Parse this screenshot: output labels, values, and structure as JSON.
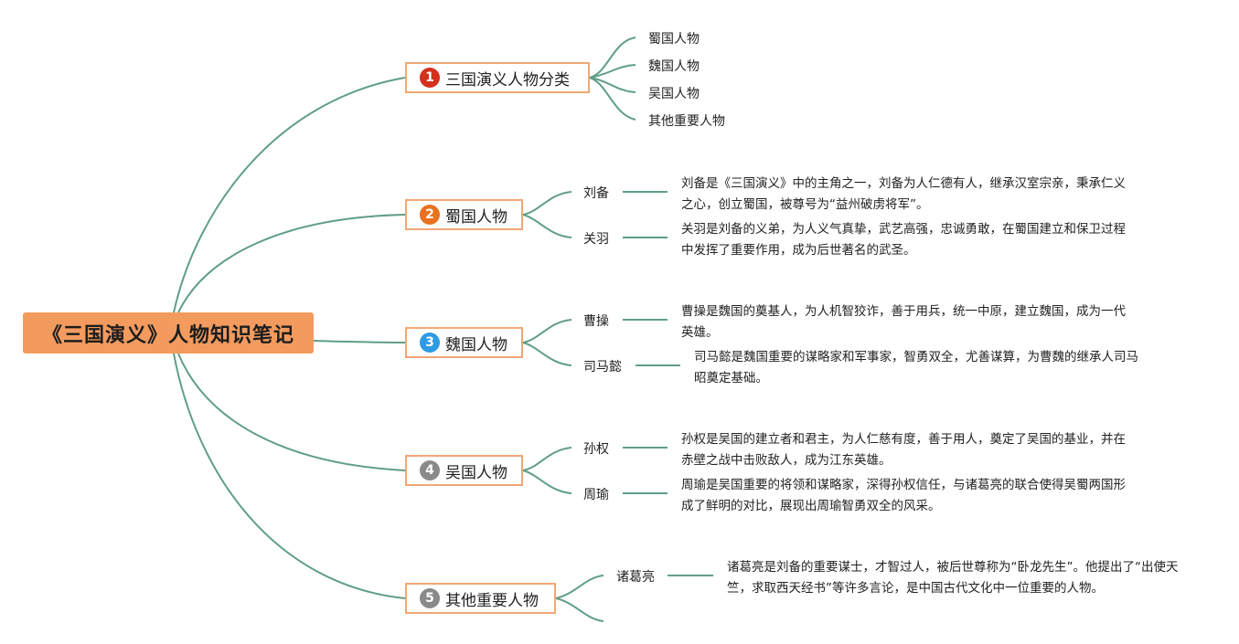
{
  "root": {
    "title": "《三国演义》人物知识笔记"
  },
  "branches": [
    {
      "num": "1",
      "color": "#d4301d",
      "label": "三国演义人物分类"
    },
    {
      "num": "2",
      "color": "#e8711f",
      "label": "蜀国人物"
    },
    {
      "num": "3",
      "color": "#2d9be3",
      "label": "魏国人物"
    },
    {
      "num": "4",
      "color": "#8a8a8a",
      "label": "吴国人物"
    },
    {
      "num": "5",
      "color": "#8a8a8a",
      "label": "其他重要人物"
    }
  ],
  "categories": [
    "蜀国人物",
    "魏国人物",
    "吴国人物",
    "其他重要人物"
  ],
  "people": [
    {
      "name": "刘备",
      "desc": "刘备是《三国演义》中的主角之一，刘备为人仁德有人，继承汉室宗亲，秉承仁义之心，创立蜀国，被尊号为“益州破虏将军”。"
    },
    {
      "name": "关羽",
      "desc": "关羽是刘备的义弟，为人义气真挚，武艺高强，忠诚勇敢，在蜀国建立和保卫过程中发挥了重要作用，成为后世著名的武圣。"
    },
    {
      "name": "曹操",
      "desc": "曹操是魏国的奠基人，为人机智狡诈，善于用兵，统一中原，建立魏国，成为一代英雄。"
    },
    {
      "name": "司马懿",
      "desc": "司马懿是魏国重要的谋略家和军事家，智勇双全，尤善谋算，为曹魏的继承人司马昭奠定基础。"
    },
    {
      "name": "孙权",
      "desc": "孙权是吴国的建立者和君主，为人仁慈有度，善于用人，奠定了吴国的基业，并在赤壁之战中击败敌人，成为江东英雄。"
    },
    {
      "name": "周瑜",
      "desc": "周瑜是吴国重要的将领和谋略家，深得孙权信任，与诸葛亮的联合使得吴蜀两国形成了鲜明的对比，展现出周瑜智勇双全的风采。"
    },
    {
      "name": "诸葛亮",
      "desc": "诸葛亮是刘备的重要谋士，才智过人，被后世尊称为“卧龙先生”。他提出了“出使天竺，求取西天经书”等许多言论，是中国古代文化中一位重要的人物。"
    }
  ],
  "colors": {
    "line": "#5f9e86",
    "root_fill": "#f39b5f",
    "branch_border": "#f0a875"
  }
}
